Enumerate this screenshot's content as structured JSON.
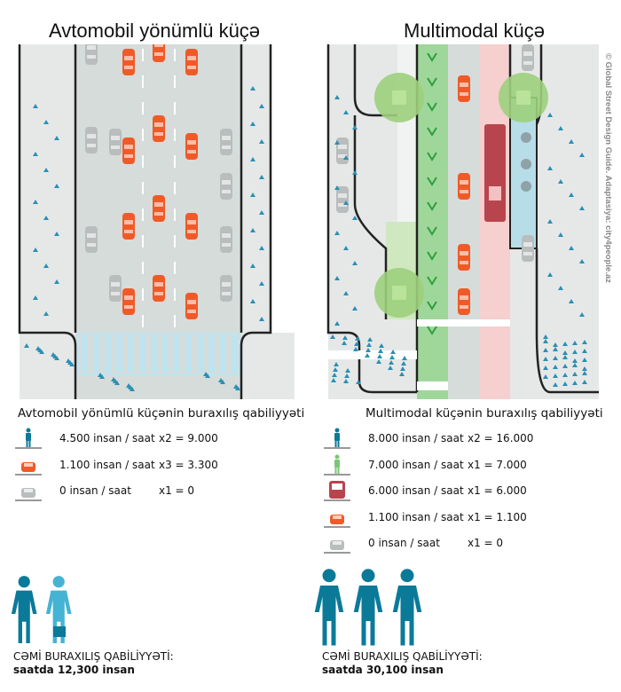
{
  "left": {
    "title": "Avtomobil yönümlü küçə",
    "caption": "Avtomobil yönümlü küçənin buraxılış qabiliyyəti",
    "rows": [
      {
        "icon": "pedestrian-icon",
        "rate": "4.500 insan / saat",
        "calc": "x2 = 9.000"
      },
      {
        "icon": "car-icon",
        "rate": "1.100 insan / saat",
        "calc": "x3 = 3.300"
      },
      {
        "icon": "parked-car-icon",
        "rate": "0 insan / saat",
        "calc": "x1 = 0"
      }
    ],
    "total_label": "CƏMİ BURAXILIŞ QABİLİYYƏTİ:",
    "total_value": "saatda 12,300 insan",
    "people_count": 1.4
  },
  "right": {
    "title": "Multimodal küçə",
    "caption": "Multimodal küçənin buraxılış qabiliyyəti",
    "rows": [
      {
        "icon": "pedestrian-icon",
        "rate": "8.000 insan / saat",
        "calc": "x2 = 16.000"
      },
      {
        "icon": "cyclist-icon",
        "rate": "7.000 insan / saat",
        "calc": "x1 = 7.000"
      },
      {
        "icon": "bus-icon",
        "rate": "6.000 insan / saat",
        "calc": "x1 = 6.000"
      },
      {
        "icon": "car-icon",
        "rate": "1.100 insan / saat",
        "calc": "x1 = 1.100"
      },
      {
        "icon": "parked-car-icon",
        "rate": "0 insan / saat",
        "calc": "x1 = 0"
      }
    ],
    "total_label": "CƏMİ BURAXILIŞ QABİLİYYƏTİ:",
    "total_value": "saatda 30,100 insan",
    "people_count": 3
  },
  "credit": "© Global Street Design Guide. Adaptasiya: city4people.az",
  "colors": {
    "car": "#f05a28",
    "parked": "#b9bdbd",
    "ped": "#0b7a99",
    "ped_light": "#45b3d4",
    "bike": "#7cc576",
    "bus": "#b8454d",
    "road": "#d5dcda",
    "sidewalk": "#e6e8e8",
    "crosswalk": "#bfe3ef",
    "bikelane": "#9fd79a",
    "buslane": "#f6cfcf",
    "platform": "#b7dde9"
  }
}
